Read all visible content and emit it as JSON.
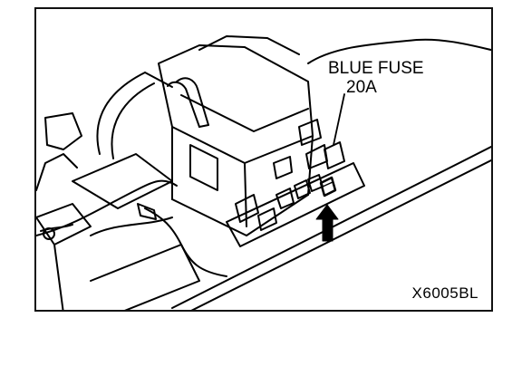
{
  "callout": {
    "line1": "BLUE FUSE",
    "line2": "20A"
  },
  "figure_code": "X6005BL",
  "icons": {
    "pointer": "up-arrow-icon"
  }
}
